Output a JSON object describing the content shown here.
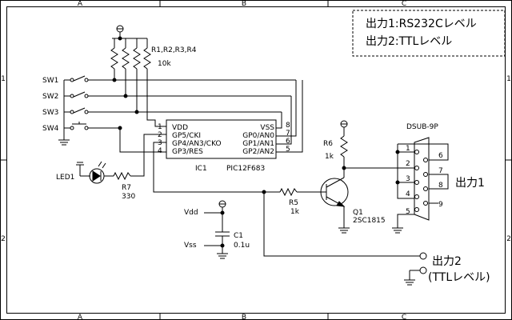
{
  "frame": {
    "columns": [
      "A",
      "B",
      "C"
    ],
    "rows": [
      "1",
      "2"
    ]
  },
  "note": {
    "line1": "出力1:RS232Cレベル",
    "line2": "出力2:TTLレベル"
  },
  "resistor_array": {
    "label": "R1,R2,R3,R4",
    "value": "10k"
  },
  "switches": [
    "SW1",
    "SW2",
    "SW3",
    "SW4"
  ],
  "ic": {
    "ref": "IC1",
    "part": "PIC12F683",
    "left_pins": [
      {
        "num": "1",
        "name": "VDD"
      },
      {
        "num": "2",
        "name": "GP5/CKI"
      },
      {
        "num": "3",
        "name": "GP4/AN3/CKO"
      },
      {
        "num": "4",
        "name": "GP3/RES"
      }
    ],
    "right_pins": [
      {
        "num": "8",
        "name": "VSS"
      },
      {
        "num": "7",
        "name": "GP0/AN0"
      },
      {
        "num": "6",
        "name": "GP1/AN1"
      },
      {
        "num": "5",
        "name": "GP2/AN2"
      }
    ]
  },
  "led": {
    "ref": "LED1"
  },
  "r7": {
    "ref": "R7",
    "value": "330"
  },
  "r6": {
    "ref": "R6",
    "value": "1k"
  },
  "r5": {
    "ref": "R5",
    "value": "1k"
  },
  "q1": {
    "ref": "Q1",
    "part": "2SC1815"
  },
  "connector": {
    "name": "DSUB-9P",
    "pins_left": [
      "1",
      "2",
      "3",
      "4",
      "5"
    ],
    "pins_right": [
      "6",
      "7",
      "8",
      "9"
    ]
  },
  "capacitor": {
    "ref": "C1",
    "value": "0.1u"
  },
  "power": {
    "vdd": "Vdd",
    "vss": "Vss"
  },
  "output1": "出力1",
  "output2_line1": "出力2",
  "output2_line2": "(TTLレベル)"
}
